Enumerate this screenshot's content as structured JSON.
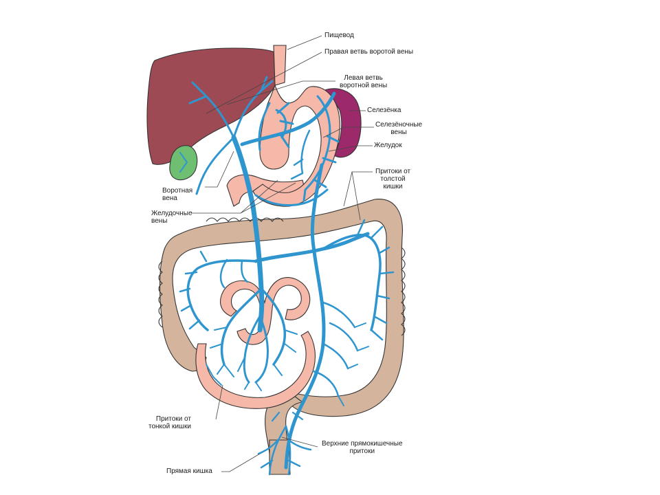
{
  "labels": {
    "esophagus": "Пищевод",
    "right_branch": "Правая ветвь воротой вены",
    "left_branch_1": "Левая ветвь",
    "left_branch_2": "воротной вены",
    "spleen": "Селезёнка",
    "splenic_1": "Селезёночные",
    "splenic_2": "вены",
    "stomach": "Желудок",
    "colon_trib_1": "Притоки от",
    "colon_trib_2": "толстой",
    "colon_trib_3": "кишки",
    "portal_1": "Воротная",
    "portal_2": "вена",
    "gastric_1": "Желудочные",
    "gastric_2": "вены",
    "small_trib_1": "Притоки от",
    "small_trib_2": "тонкой кишки",
    "rectal_trib_1": "Верхние прямокишечные",
    "rectal_trib_2": "притоки",
    "rectum": "Прямая кишка"
  },
  "colors": {
    "liver": "#9e4a55",
    "gallbladder": "#6fbf73",
    "spleen": "#9c2a6b",
    "stomach": "#f6b8a8",
    "small_intestine": "#f6b8a8",
    "colon": "#d4b49c",
    "veins": "#2f95cf",
    "outline": "#222222"
  }
}
